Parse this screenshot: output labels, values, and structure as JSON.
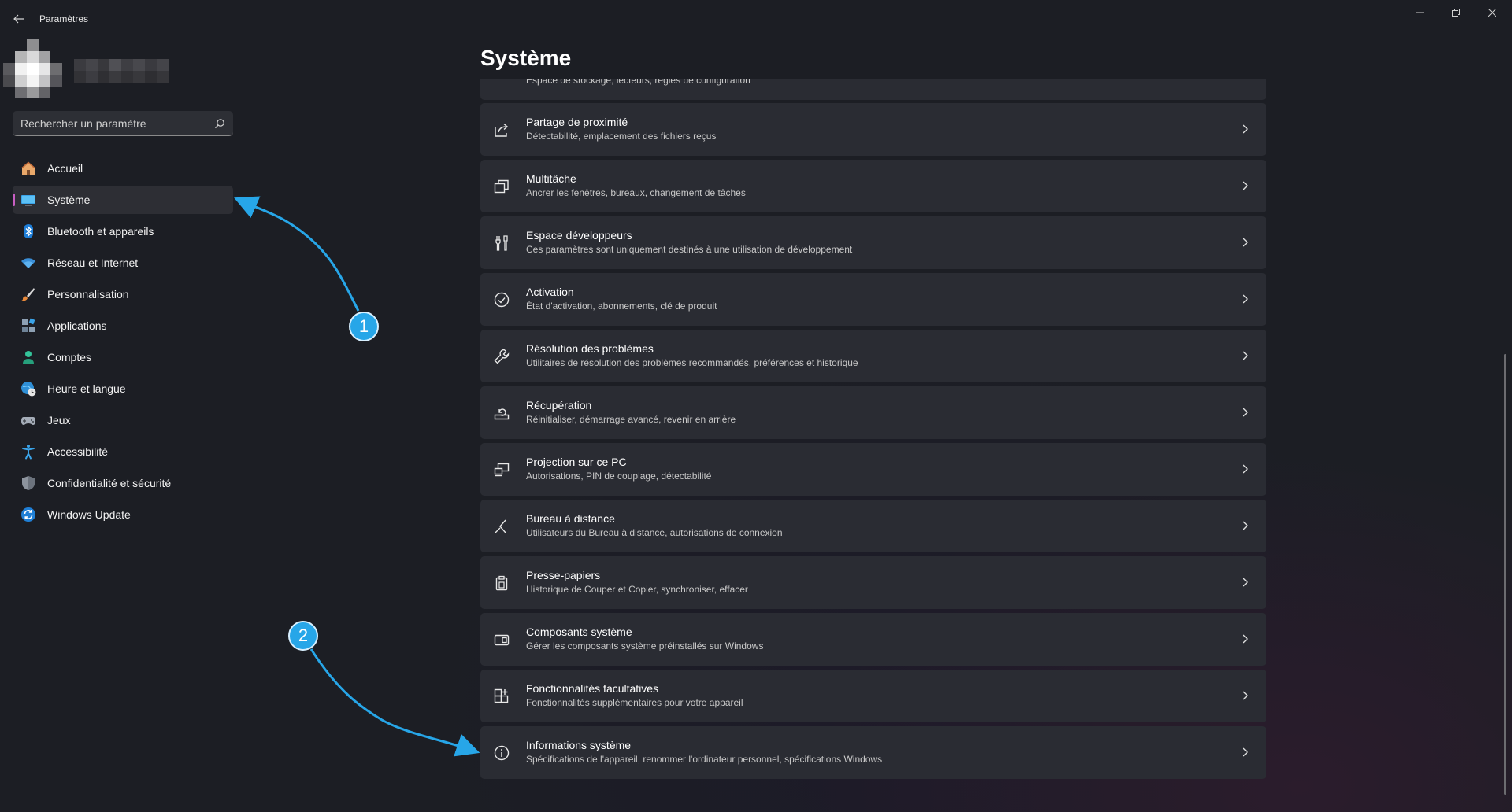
{
  "window": {
    "title": "Paramètres"
  },
  "search": {
    "placeholder": "Rechercher un paramètre"
  },
  "sidebar": {
    "items": [
      {
        "label": "Accueil",
        "icon": "home-icon"
      },
      {
        "label": "Système",
        "icon": "monitor-icon",
        "active": true
      },
      {
        "label": "Bluetooth et appareils",
        "icon": "bluetooth-icon"
      },
      {
        "label": "Réseau et Internet",
        "icon": "wifi-icon"
      },
      {
        "label": "Personnalisation",
        "icon": "brush-icon"
      },
      {
        "label": "Applications",
        "icon": "apps-icon"
      },
      {
        "label": "Comptes",
        "icon": "person-icon"
      },
      {
        "label": "Heure et langue",
        "icon": "globe-clock-icon"
      },
      {
        "label": "Jeux",
        "icon": "gamepad-icon"
      },
      {
        "label": "Accessibilité",
        "icon": "accessibility-icon"
      },
      {
        "label": "Confidentialité et sécurité",
        "icon": "shield-icon"
      },
      {
        "label": "Windows Update",
        "icon": "update-icon"
      }
    ]
  },
  "main": {
    "title": "Système",
    "partial_desc": "Espace de stockage, lecteurs, règles de configuration",
    "cards": [
      {
        "title": "Partage de proximité",
        "desc": "Détectabilité, emplacement des fichiers reçus",
        "icon": "share-icon"
      },
      {
        "title": "Multitâche",
        "desc": "Ancrer les fenêtres, bureaux, changement de tâches",
        "icon": "multitask-icon"
      },
      {
        "title": "Espace développeurs",
        "desc": "Ces paramètres sont uniquement destinés à une utilisation de développement",
        "icon": "developer-tools-icon"
      },
      {
        "title": "Activation",
        "desc": "État d'activation, abonnements, clé de produit",
        "icon": "check-circle-icon"
      },
      {
        "title": "Résolution des problèmes",
        "desc": "Utilitaires de résolution des problèmes recommandés, préférences et historique",
        "icon": "wrench-icon"
      },
      {
        "title": "Récupération",
        "desc": "Réinitialiser, démarrage avancé, revenir en arrière",
        "icon": "recovery-icon"
      },
      {
        "title": "Projection sur ce PC",
        "desc": "Autorisations, PIN de couplage, détectabilité",
        "icon": "projection-icon"
      },
      {
        "title": "Bureau à distance",
        "desc": "Utilisateurs du Bureau à distance, autorisations de connexion",
        "icon": "remote-desktop-icon"
      },
      {
        "title": "Presse-papiers",
        "desc": "Historique de Couper et Copier, synchroniser, effacer",
        "icon": "clipboard-icon"
      },
      {
        "title": "Composants système",
        "desc": "Gérer les composants système préinstallés sur Windows",
        "icon": "components-icon"
      },
      {
        "title": "Fonctionnalités facultatives",
        "desc": "Fonctionnalités supplémentaires pour votre appareil",
        "icon": "add-grid-icon"
      },
      {
        "title": "Informations système",
        "desc": "Spécifications de l'appareil, renommer l'ordinateur personnel, spécifications Windows",
        "icon": "info-icon"
      }
    ]
  },
  "annotations": {
    "badge1": "1",
    "badge2": "2",
    "color": "#27a6e8"
  },
  "colors": {
    "accent": "#c75ec2",
    "card_bg": "#2a2c33",
    "background": "#1c1e24"
  }
}
